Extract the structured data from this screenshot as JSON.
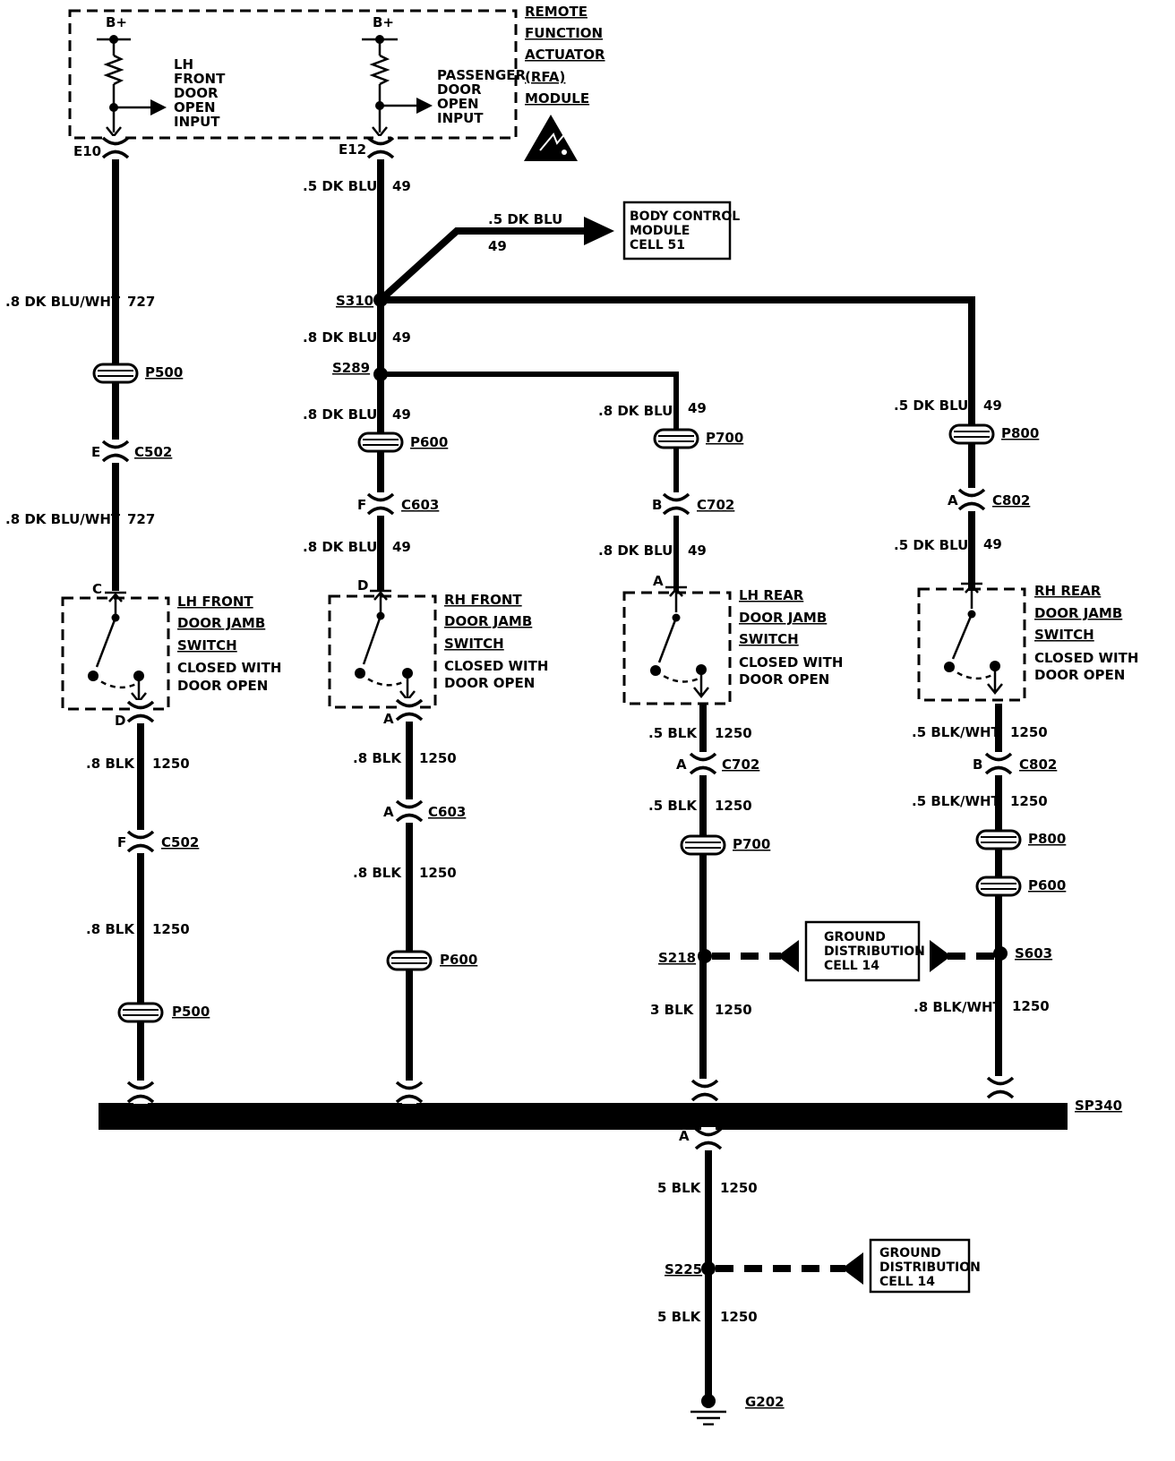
{
  "module": {
    "title_lines": [
      "REMOTE",
      "FUNCTION",
      "ACTUATOR",
      "(RFA)",
      "MODULE"
    ],
    "supply_left": "B+",
    "supply_right": "B+",
    "input_left": [
      "LH",
      "FRONT",
      "DOOR",
      "OPEN",
      "INPUT"
    ],
    "input_right": [
      "PASSENGER",
      "DOOR",
      "OPEN",
      "INPUT"
    ],
    "pin_left": "E10",
    "pin_right": "E12",
    "esd_icon": "static-sensitive-warning-icon"
  },
  "bcm": {
    "lines": [
      "BODY CONTROL",
      "MODULE",
      "CELL 51"
    ],
    "wire_size": ".5 DK BLU",
    "wire_num": "49"
  },
  "splices": {
    "s310": "S310",
    "s289": "S289",
    "s218": "S218",
    "s603": "S603",
    "s225": "S225",
    "sp340": "SP340",
    "g202": "G202"
  },
  "ground_box": {
    "lines": [
      "GROUND",
      "DISTRIBUTION",
      "CELL 14"
    ]
  },
  "col1": {
    "w1": ".8 DK BLU/WHT",
    "n1": "727",
    "p1": "P500",
    "c1_pin": "E",
    "c1": "C502",
    "w2": ".8 DK BLU/WHT",
    "n2": "727",
    "sw_pin_top": "C",
    "sw_pin_bot": "D",
    "switch": [
      "LH FRONT",
      "DOOR JAMB",
      "SWITCH",
      "CLOSED WITH",
      "DOOR OPEN"
    ],
    "w3": ".8 BLK",
    "n3": "1250",
    "c2_pin": "F",
    "c2": "C502",
    "w4": ".8 BLK",
    "n4": "1250",
    "p2": "P500"
  },
  "col2": {
    "w0": ".5 DK BLU",
    "n0": "49",
    "w1": ".8 DK BLU",
    "n1": "49",
    "w2": ".8 DK BLU",
    "n2": "49",
    "p1": "P600",
    "c1_pin": "F",
    "c1": "C603",
    "w3": ".8 DK BLU",
    "n3": "49",
    "sw_pin_top": "D",
    "sw_pin_bot": "A",
    "switch": [
      "RH FRONT",
      "DOOR JAMB",
      "SWITCH",
      "CLOSED WITH",
      "DOOR OPEN"
    ],
    "w4": ".8 BLK",
    "n4": "1250",
    "c2_pin": "A",
    "c2": "C603",
    "w5": ".8 BLK",
    "n5": "1250",
    "p2": "P600"
  },
  "col3": {
    "w1": ".8 DK BLU",
    "n1": "49",
    "p1": "P700",
    "c1_pin": "B",
    "c1": "C702",
    "w2": ".8 DK BLU",
    "n2": "49",
    "sw_pin_top": "A",
    "switch": [
      "LH REAR",
      "DOOR JAMB",
      "SWITCH",
      "CLOSED WITH",
      "DOOR OPEN"
    ],
    "w3": ".5 BLK",
    "n3": "1250",
    "c2_pin": "A",
    "c2": "C702",
    "w4": ".5 BLK",
    "n4": "1250",
    "p2": "P700",
    "w5": "3 BLK",
    "n5": "1250",
    "sp_pin": "A",
    "w6": "5 BLK",
    "n6": "1250",
    "w7": "5 BLK",
    "n7": "1250"
  },
  "col4": {
    "w1": ".5 DK BLU",
    "n1": "49",
    "p1": "P800",
    "c1_pin": "A",
    "c1": "C802",
    "w2": ".5 DK BLU",
    "n2": "49",
    "switch": [
      "RH REAR",
      "DOOR JAMB",
      "SWITCH",
      "CLOSED WITH",
      "DOOR OPEN"
    ],
    "w3": ".5 BLK/WHT",
    "n3": "1250",
    "c2_pin": "B",
    "c2": "C802",
    "w4": ".5 BLK/WHT",
    "n4": "1250",
    "p2": "P800",
    "p3": "P600",
    "w5": ".8 BLK/WHT",
    "n5": "1250"
  }
}
